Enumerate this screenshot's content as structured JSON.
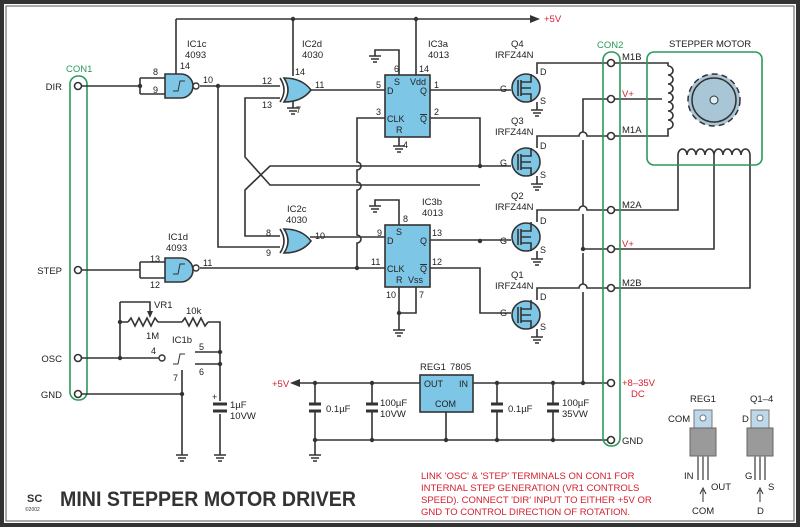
{
  "title": "MINI STEPPER MOTOR DRIVER",
  "logo": {
    "text": "SC",
    "year": "©2002"
  },
  "colors": {
    "ic_fill": "#7ec6e6",
    "connector": "#2a9a5a",
    "supply_label": "#d4202e",
    "wire": "#333333"
  },
  "supply": {
    "top_rail": "+5V",
    "regulator_out": "+5V",
    "input": "+8–35V",
    "input_unit": "DC"
  },
  "con1": {
    "label": "CON1",
    "terminals": [
      "DIR",
      "STEP",
      "OSC",
      "GND"
    ]
  },
  "con2": {
    "label": "CON2",
    "terminals": [
      "M1B",
      "V+",
      "M1A",
      "M2A",
      "V+",
      "M2B",
      "GND"
    ]
  },
  "motor": {
    "label": "STEPPER MOTOR"
  },
  "ic1c": {
    "name": "IC1c",
    "part": "4093",
    "pins": [
      "8",
      "9",
      "14",
      "10"
    ]
  },
  "ic1d": {
    "name": "IC1d",
    "part": "4093",
    "pins": [
      "13",
      "12",
      "11"
    ]
  },
  "ic1b": {
    "name": "IC1b",
    "pins": [
      "4",
      "5",
      "6",
      "7"
    ]
  },
  "ic2d": {
    "name": "IC2d",
    "part": "4030",
    "pins": [
      "12",
      "13",
      "14",
      "7",
      "11"
    ]
  },
  "ic2c": {
    "name": "IC2c",
    "part": "4030",
    "pins": [
      "8",
      "9",
      "10"
    ]
  },
  "ic3a": {
    "name": "IC3a",
    "part": "4013",
    "pins": [
      "6",
      "14",
      "5",
      "3",
      "1",
      "2",
      "4"
    ],
    "inner": [
      "S",
      "Vdd",
      "D",
      "Q",
      "CLK",
      "Q",
      "R"
    ]
  },
  "ic3b": {
    "name": "IC3b",
    "part": "4013",
    "pins": [
      "8",
      "9",
      "11",
      "13",
      "12",
      "10",
      "7"
    ],
    "inner": [
      "S",
      "D",
      "Q",
      "CLK",
      "Q",
      "R",
      "Vss"
    ]
  },
  "mosfets": [
    {
      "name": "Q4",
      "part": "IRFZ44N"
    },
    {
      "name": "Q3",
      "part": "IRFZ44N"
    },
    {
      "name": "Q2",
      "part": "IRFZ44N"
    },
    {
      "name": "Q1",
      "part": "IRFZ44N"
    }
  ],
  "mosfet_pins": {
    "gate": "G",
    "drain": "D",
    "source": "S"
  },
  "oscillator": {
    "pot": "VR1",
    "pot_value": "1M",
    "resistor": "10k",
    "cap_value": "1µF",
    "cap_rating": "10VW"
  },
  "regulator": {
    "name": "REG1",
    "part": "7805",
    "out": "OUT",
    "in": "IN",
    "com": "COM"
  },
  "caps": [
    {
      "value": "0.1µF"
    },
    {
      "value": "100µF",
      "rating": "10VW"
    },
    {
      "value": "0.1µF"
    },
    {
      "value": "100µF",
      "rating": "35VW"
    }
  ],
  "note": [
    "LINK 'OSC' & 'STEP' TERMINALS ON CON1 FOR",
    "INTERNAL STEP GENERATION (VR1 CONTROLS",
    "SPEED). CONNECT 'DIR' INPUT TO EITHER +5V OR",
    "GND TO CONTROL DIRECTION OF ROTATION."
  ],
  "packages": {
    "reg1": {
      "label": "REG1",
      "tab": "COM",
      "left": "IN",
      "right": "OUT",
      "middle": "COM"
    },
    "q": {
      "label": "Q1–4",
      "tab": "D",
      "left": "G",
      "right": "S",
      "middle": "D"
    }
  }
}
